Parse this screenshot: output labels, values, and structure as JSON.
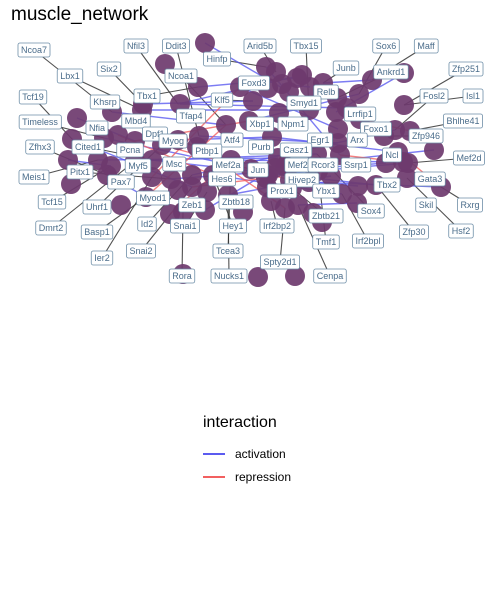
{
  "title": "muscle_network",
  "legend": {
    "title": "interaction",
    "items": [
      {
        "label": "activation",
        "color": "#5b5bf0"
      },
      {
        "label": "repression",
        "color": "#f26060"
      }
    ]
  },
  "colors": {
    "node_fill": "#6e3a6e",
    "label_text": "#4a6c8a",
    "label_border": "#6f8fa8",
    "edge_neutral": "#333333"
  },
  "nodes": [
    "Ncoa7",
    "Nfil3",
    "Ddit3",
    "Arid5b",
    "Tbx15",
    "Sox6",
    "Maff",
    "Hinfp",
    "Junb",
    "Ankrd1",
    "Zfp251",
    "Lbx1",
    "Six2",
    "Ncoa1",
    "Foxd3",
    "Relb",
    "Fosl2",
    "Isl1",
    "Tcf19",
    "Khsrp",
    "Tbx1",
    "Klf5",
    "Smyd1",
    "Lrrfip1",
    "Bhlhe41",
    "Timeless",
    "Nfia",
    "Mbd4",
    "Tfap4",
    "Xbp1",
    "Npm1",
    "Foxo1",
    "Zfp946",
    "Dpf1",
    "Myog",
    "Egr1",
    "Arx",
    "Zfhx3",
    "Cited1",
    "Pcna",
    "Atf4",
    "Purb",
    "Casz1",
    "Ncl",
    "Mef2d",
    "Myf5",
    "Msc",
    "Ptbp1",
    "Mef2a",
    "Mef2c",
    "Rcor3",
    "Ssrp1",
    "Pitx1",
    "Hes6",
    "Jun",
    "Meis1",
    "Pax7",
    "Hivep2",
    "Tbx2",
    "Gata3",
    "Ybx1",
    "Tcf15",
    "Uhrf1",
    "Myod1",
    "Zeb1",
    "Zbtb18",
    "Prox1",
    "Rxrg",
    "Dmrt2",
    "Basp1",
    "Id2",
    "Snai1",
    "Hey1",
    "Irf2bp2",
    "Zbtb21",
    "Sox4",
    "Skil",
    "Zfp30",
    "Hsf2",
    "Irf2bpl",
    "Ier2",
    "Snai2",
    "Tcea3",
    "Tmf1",
    "Spty2d1",
    "Rora",
    "Nucks1",
    "Cenpa"
  ]
}
